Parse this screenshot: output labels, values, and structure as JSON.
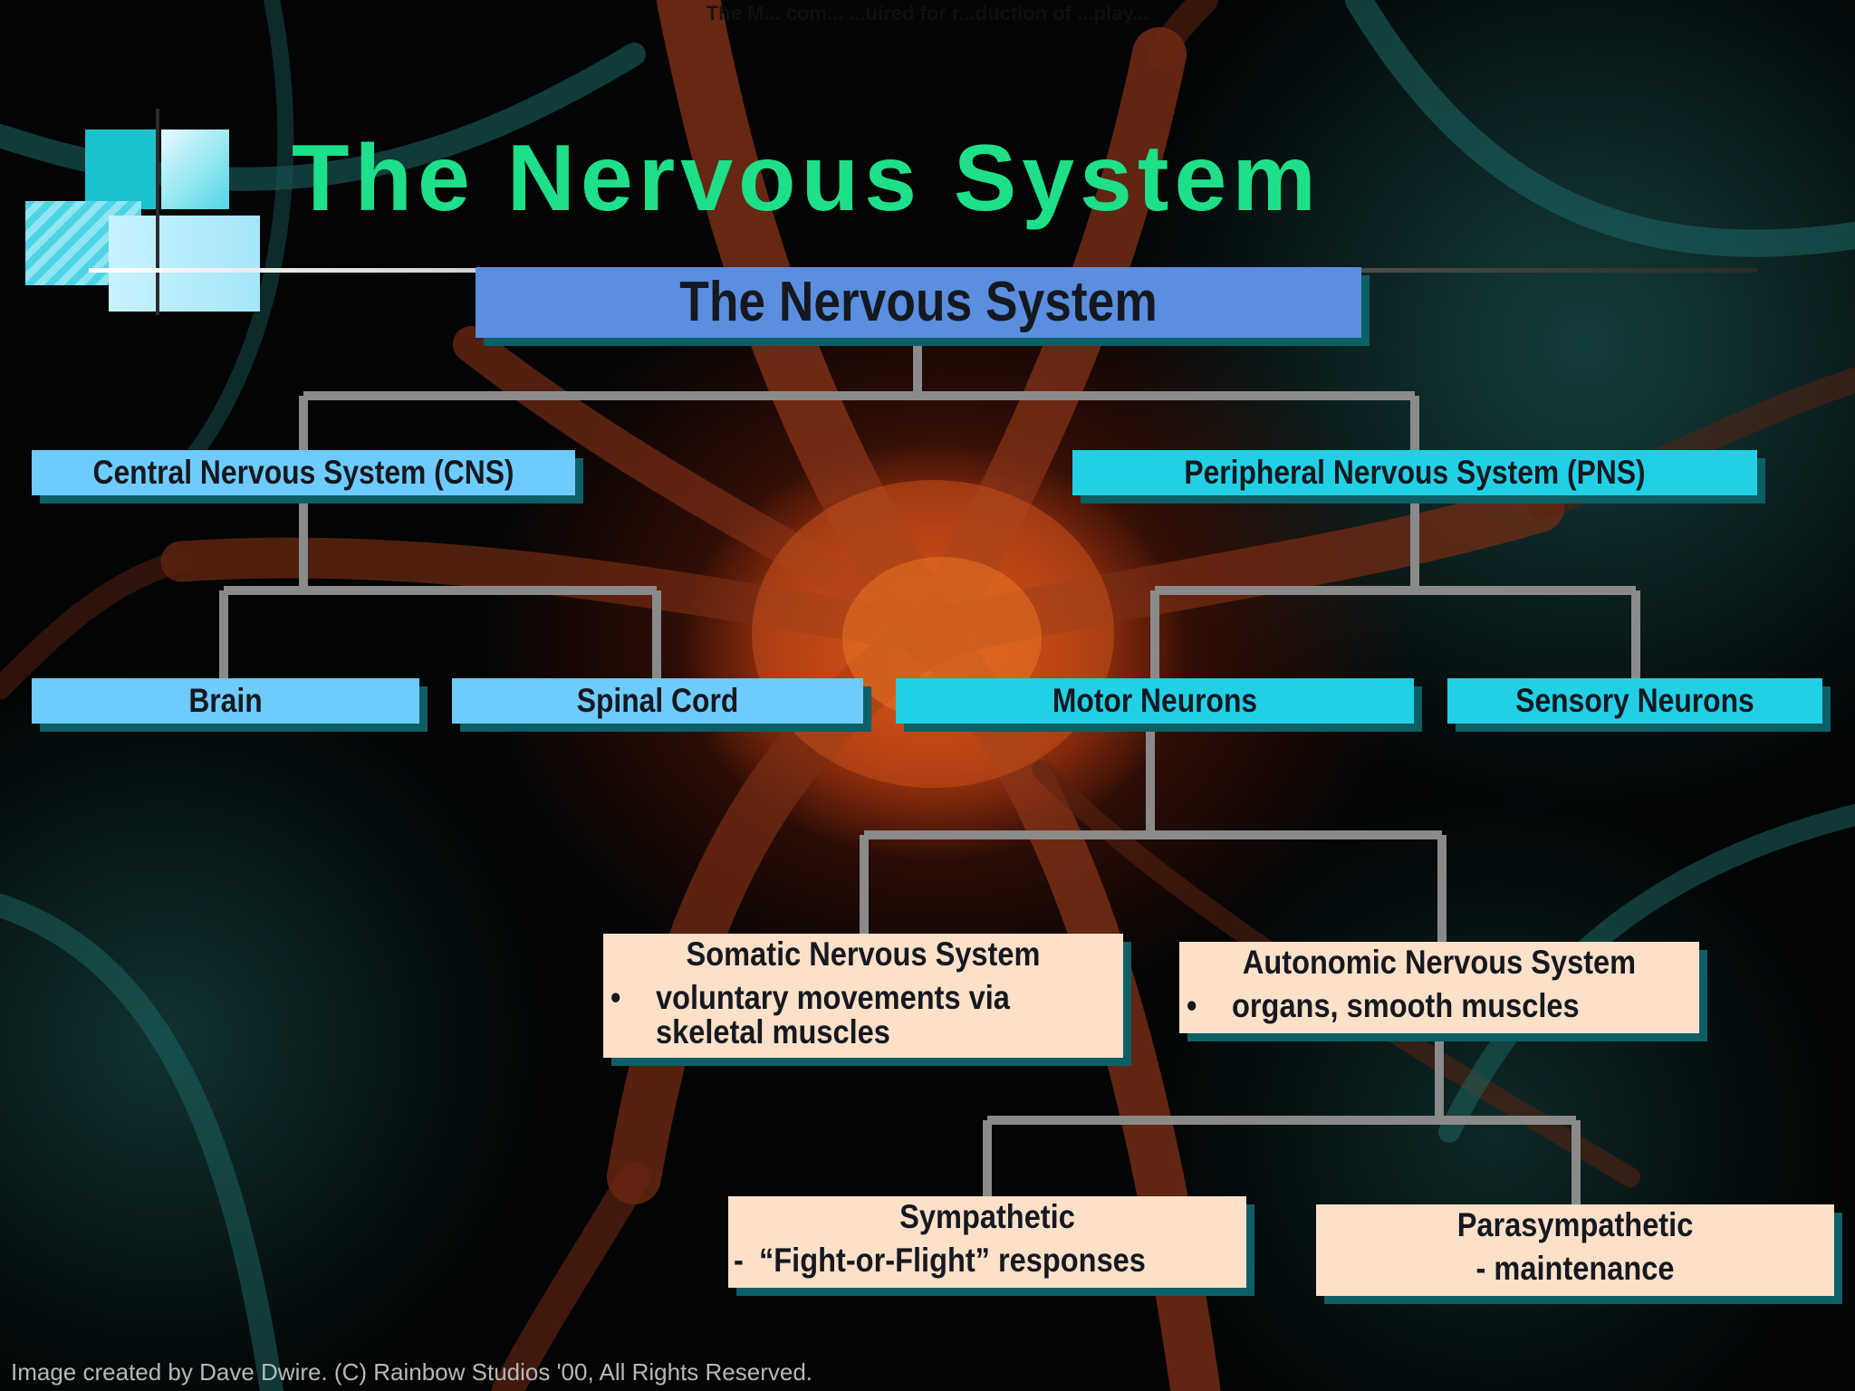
{
  "header_notice": "The M... com... ...uired for r...duction of ...play...",
  "title": "The Nervous System",
  "root": {
    "label": "The Nervous System"
  },
  "cns": {
    "label": "Central Nervous System (CNS)"
  },
  "pns": {
    "label": "Peripheral Nervous System (PNS)"
  },
  "brain": {
    "label": "Brain"
  },
  "spinal_cord": {
    "label": "Spinal Cord"
  },
  "motor_neurons": {
    "label": "Motor Neurons"
  },
  "sensory_neurons": {
    "label": "Sensory Neurons"
  },
  "somatic": {
    "title": "Somatic Nervous System",
    "bullet": "•",
    "line1": "voluntary movements via",
    "line2": "skeletal muscles"
  },
  "autonomic": {
    "title": "Autonomic Nervous System",
    "bullet": "•",
    "line1": "organs, smooth muscles"
  },
  "sympathetic": {
    "title": "Sympathetic",
    "dash": "-",
    "line1": "“Fight-or-Flight” responses"
  },
  "parasympathetic": {
    "title": "Parasympathetic",
    "line1": "- maintenance"
  },
  "credit": "Image created by Dave Dwire. (C) Rainbow Studios '00, All Rights Reserved.",
  "colors": {
    "title_green": "#1ee08a",
    "root_blue": "#5b8ede",
    "light_blue": "#6ecbff",
    "cyan": "#22d0e6",
    "peach": "#fde0c8",
    "connector_gray": "#8a8a8a",
    "box_shadow": "#0d5f66"
  }
}
